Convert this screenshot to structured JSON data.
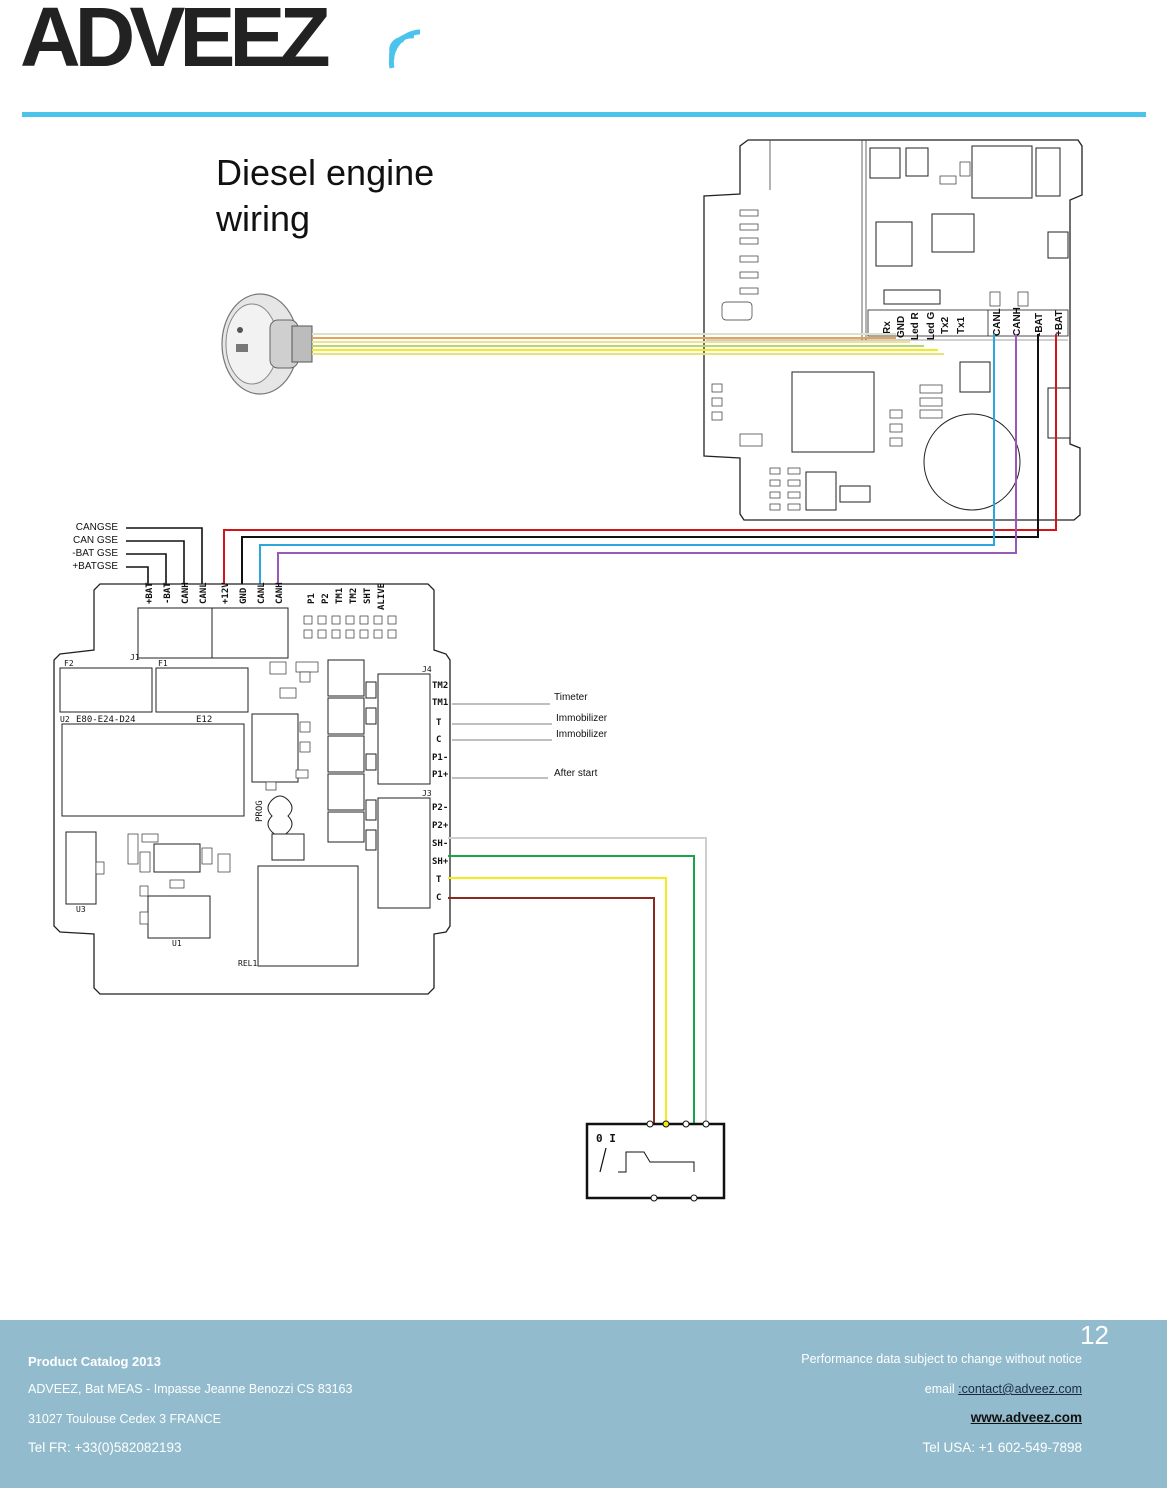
{
  "header": {
    "logo_text": "ADVEEZ"
  },
  "diagram": {
    "title_line1": "Diesel engine",
    "title_line2": "wiring",
    "gse_labels": [
      "CANGSE",
      "CAN GSE",
      "-BAT GSE",
      "+BATGSE"
    ],
    "signal_labels": [
      "Timeter",
      "Immobilizer",
      "Immobilizer",
      "After start"
    ],
    "tracker_pins": [
      "Rx",
      "GND",
      "Led R",
      "Led G",
      "Tx2",
      "Tx1",
      "CANL",
      "CANH",
      "-BAT",
      "+BAT"
    ],
    "board_top_pins": [
      "+BAT",
      "-BAT",
      "CANH",
      "CANL",
      "+12V",
      "GND",
      "CANL",
      "CANH",
      "P1",
      "P2",
      "TM1",
      "TM2",
      "SHT",
      "ALIVE"
    ],
    "board_right_pins": [
      "TM2",
      "TM1",
      "T",
      "C",
      "P1-",
      "P1+",
      "P2-",
      "P2+",
      "SH-",
      "SH+",
      "T",
      "C"
    ],
    "board_labels": {
      "j1": "J1",
      "f1": "F1",
      "f2": "F2",
      "u2": "U2",
      "e80": "E80-E24-D24",
      "e12": "E12",
      "prog": "PROG",
      "rel1": "REL1",
      "j3": "J3",
      "j4": "J4",
      "u3": "U3",
      "u1": "U1"
    },
    "key_switch_label": "0 I",
    "wire_colors": {
      "red": "#d0161b",
      "black": "#111111",
      "cyan": "#2aa8dc",
      "purple": "#9b59b6",
      "green": "#1aa34a",
      "yellow": "#f3ec1a",
      "brown": "#8a2a1e",
      "grey": "#c8c8c8",
      "orange": "#e2a35c"
    }
  },
  "footer": {
    "catalog": "Product Catalog 2013",
    "address1": "ADVEEZ, Bat MEAS - Impasse Jeanne Benozzi  CS 83163",
    "address2": "31027 Toulouse Cedex 3 FRANCE",
    "tel_fr": "Tel FR: +33(0)582082193",
    "notice": "Performance data subject to change without notice",
    "email_prefix": "email ",
    "email": ":contact@adveez.com",
    "website": "www.adveez.com",
    "tel_usa": "Tel USA: +1 602-549-7898",
    "page_number": "12"
  }
}
